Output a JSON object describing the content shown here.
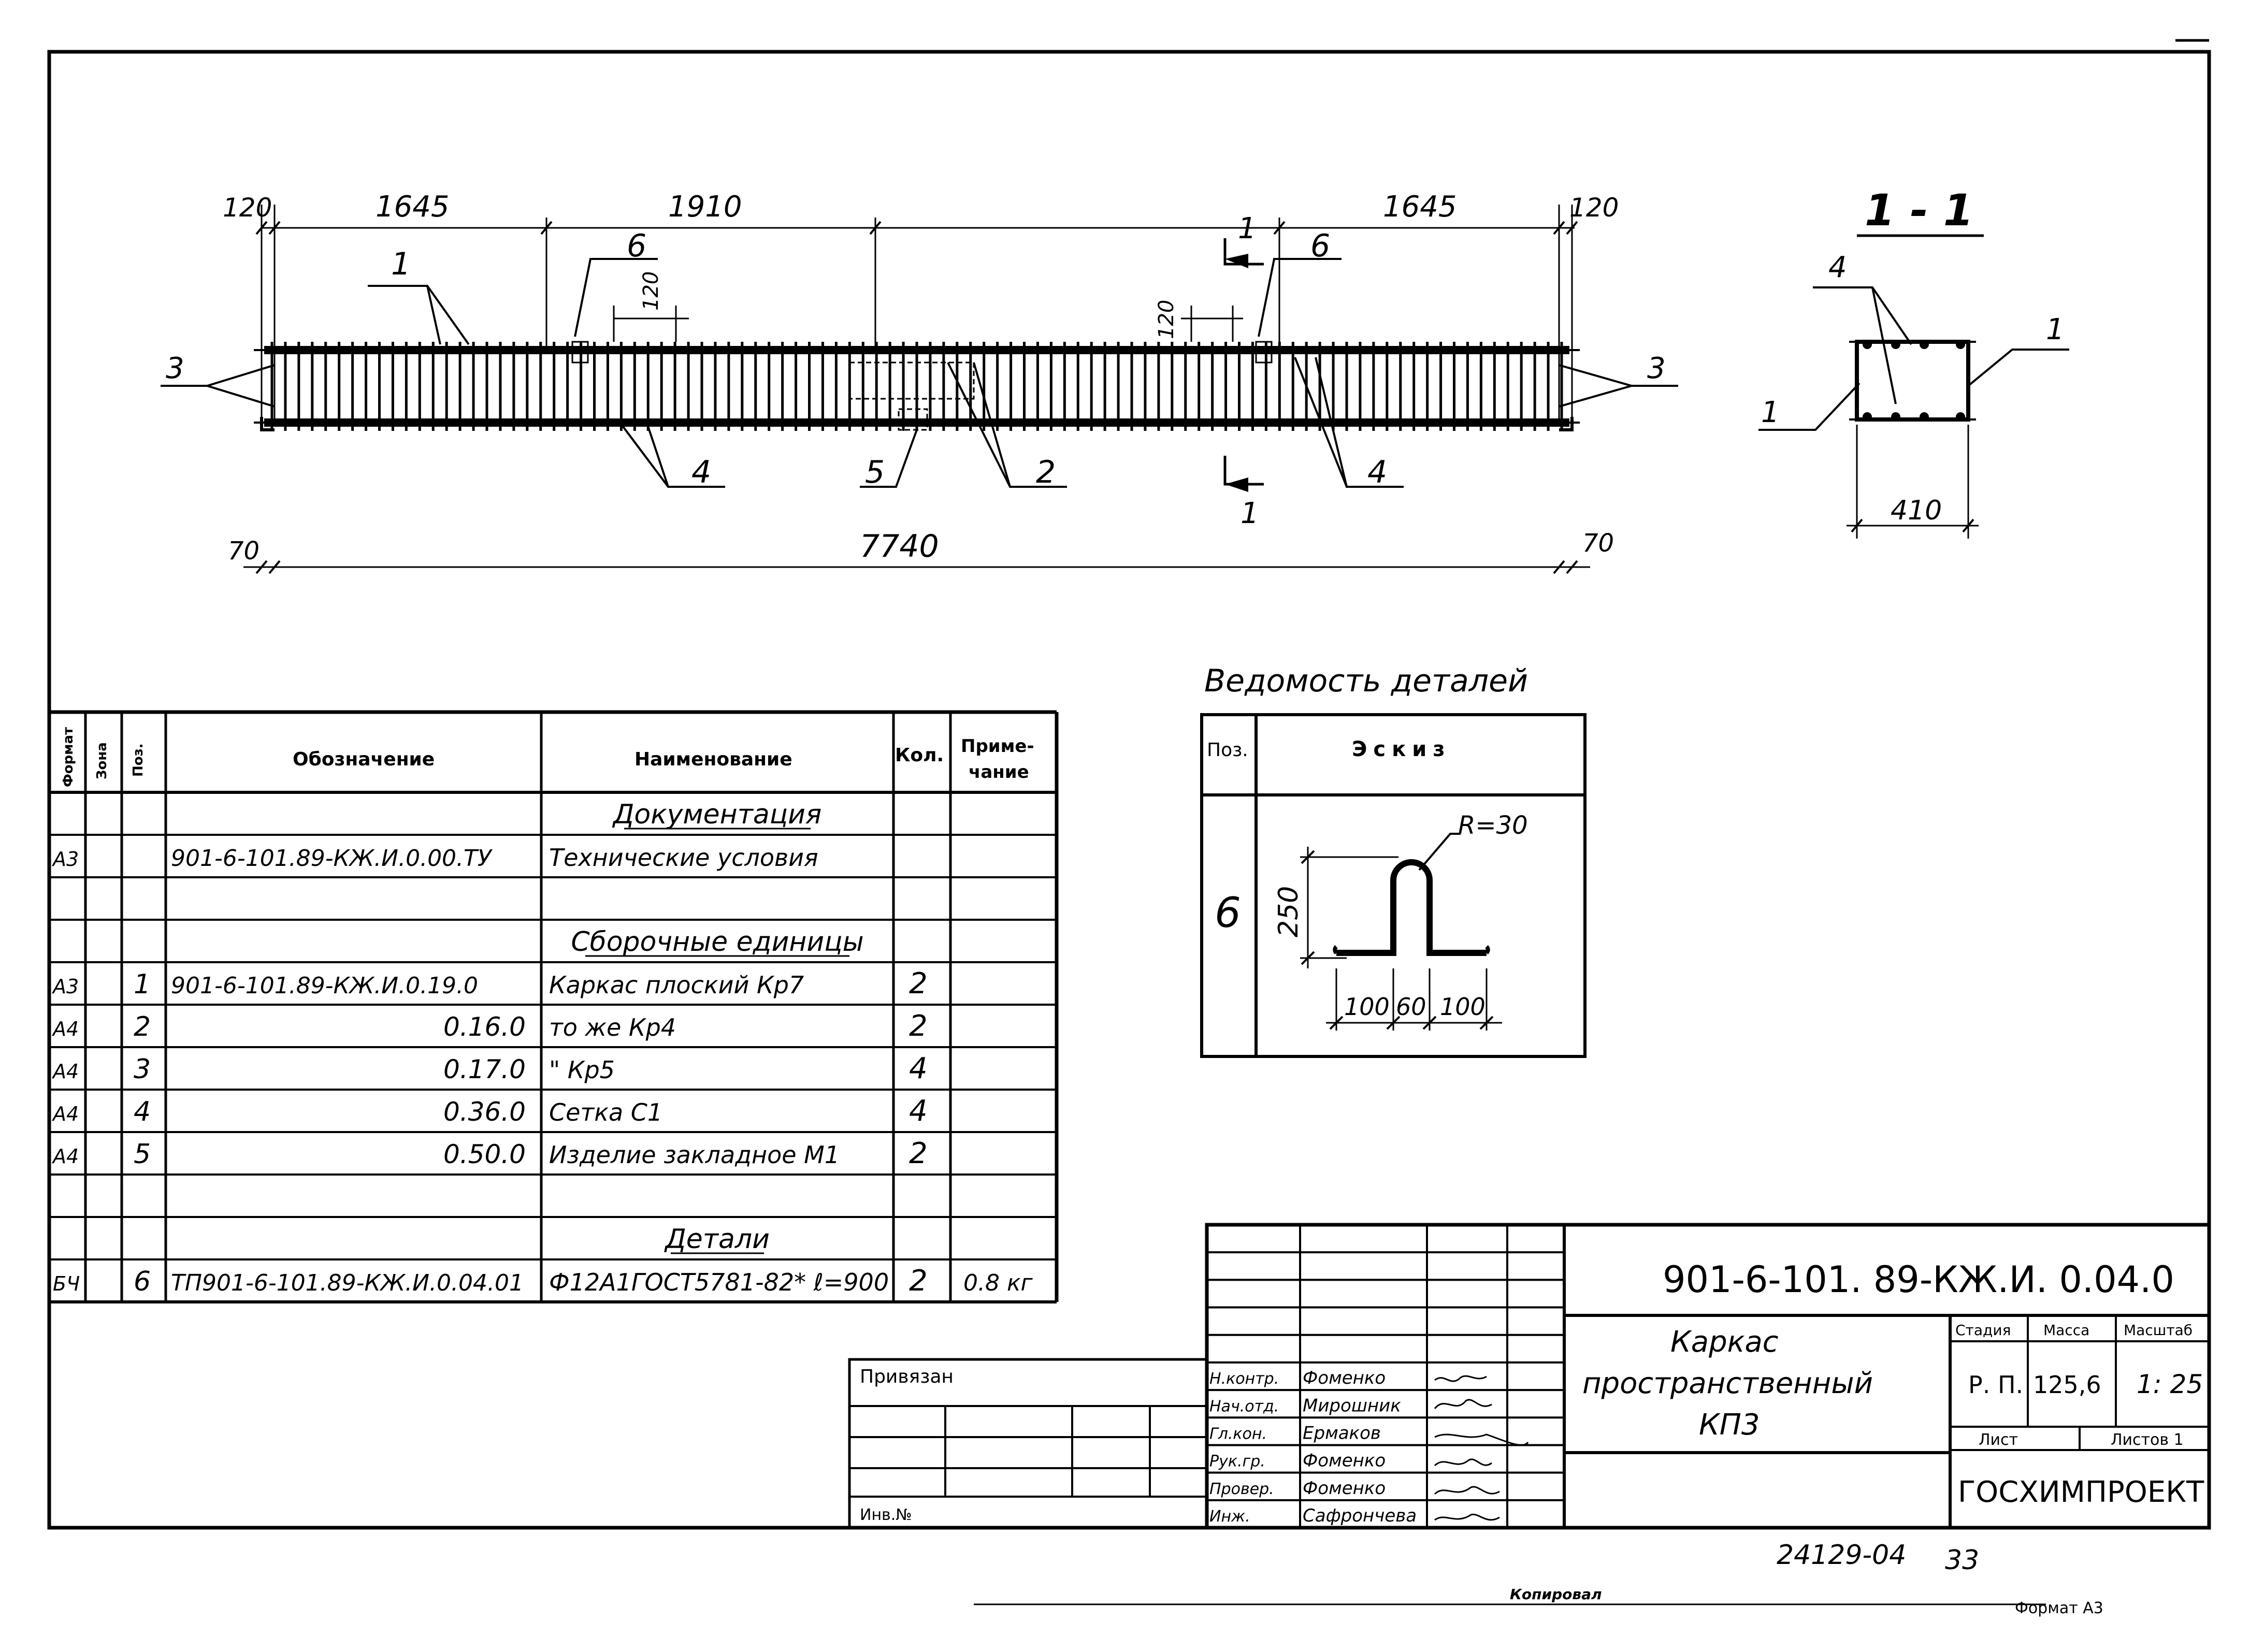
{
  "drawing": {
    "dims": {
      "end_left": "120",
      "left_span": "1645",
      "middle_span": "1910",
      "right_span": "1645",
      "end_right": "120",
      "total": "7740",
      "overhang_left": "70",
      "overhang_right": "70",
      "stirrup_step_left": "120",
      "stirrup_step_right": "120",
      "section_width": "410"
    },
    "position_labels": [
      "1",
      "6",
      "3",
      "4",
      "5",
      "2",
      "6",
      "4",
      "3",
      "1"
    ],
    "section_mark_top": "1",
    "section_mark_bottom": "1",
    "section_title": "1 - 1",
    "section_labels": [
      "4",
      "1",
      "1"
    ]
  },
  "details_sheet": {
    "title": "Ведомость деталей",
    "col_pos": "Поз.",
    "col_sketch": "Эскиз",
    "pos": "6",
    "radius": "R=30",
    "height": "250",
    "width_left": "100",
    "width_middle": "60",
    "width_right": "100"
  },
  "spec": {
    "headers": {
      "format": "Формат",
      "zone": "Зона",
      "pos": "Поз.",
      "designation": "Обозначение",
      "name": "Наименование",
      "qty": "Кол.",
      "note_line1": "Приме-",
      "note_line2": "чание"
    },
    "rows": [
      {
        "format": "",
        "pos": "",
        "designation": "",
        "name": "Документация",
        "section": true,
        "qty": "",
        "note": ""
      },
      {
        "format": "А3",
        "pos": "",
        "designation": "901-6-101.89-КЖ.И.0.00.ТУ",
        "name": "Технические условия",
        "qty": "",
        "note": ""
      },
      {
        "format": "",
        "pos": "",
        "designation": "",
        "name": "",
        "qty": "",
        "note": ""
      },
      {
        "format": "",
        "pos": "",
        "designation": "",
        "name": "Сборочные единицы",
        "section": true,
        "qty": "",
        "note": ""
      },
      {
        "format": "А3",
        "pos": "1",
        "designation": "901-6-101.89-КЖ.И.0.19.0",
        "name": "Каркас плоский  Кр7",
        "qty": "2",
        "note": ""
      },
      {
        "format": "А4",
        "pos": "2",
        "designation": "0.16.0",
        "name": "то же       Кр4",
        "qty": "2",
        "note": ""
      },
      {
        "format": "А4",
        "pos": "3",
        "designation": "0.17.0",
        "name": "\"          Кр5",
        "qty": "4",
        "note": ""
      },
      {
        "format": "А4",
        "pos": "4",
        "designation": "0.36.0",
        "name": "Сетка   С1",
        "qty": "4",
        "note": ""
      },
      {
        "format": "А4",
        "pos": "5",
        "designation": "0.50.0",
        "name": "Изделие закладное   М1",
        "qty": "2",
        "note": ""
      },
      {
        "format": "",
        "pos": "",
        "designation": "",
        "name": "",
        "qty": "",
        "note": ""
      },
      {
        "format": "",
        "pos": "",
        "designation": "",
        "name": "Детали",
        "section": true,
        "qty": "",
        "note": ""
      },
      {
        "format": "БЧ",
        "pos": "6",
        "designation": "ТП901-6-101.89-КЖ.И.0.04.01",
        "name": "Ф12А1ГОСТ5781-82* ℓ=900",
        "qty": "2",
        "note": "0.8 кг"
      }
    ]
  },
  "title_block": {
    "code": "901-6-101. 89-КЖ.И. 0.04.0",
    "object_name_1": "Каркас",
    "object_name_2": "пространственный",
    "object_name_3": "КП3",
    "stage_label": "Стадия",
    "mass_label": "Масса",
    "scale_label": "Масштаб",
    "stage": "Р. П.",
    "mass": "125,6",
    "scale": "1: 25",
    "sheet_label": "Лист",
    "sheets_label": "Листов 1",
    "organization": "ГОСХИМПРОЕКТ",
    "privyazan": "Привязан",
    "inv_no": "Инв.№",
    "roles": [
      {
        "role": "Н.контр.",
        "name": "Фоменко"
      },
      {
        "role": "Нач.отд.",
        "name": "Мирошник"
      },
      {
        "role": "Гл.кон.",
        "name": "Ермаков"
      },
      {
        "role": "Рук.гр.",
        "name": "Фоменко"
      },
      {
        "role": "Провер.",
        "name": "Фоменко"
      },
      {
        "role": "Инж.",
        "name": "Сафрончева"
      }
    ]
  },
  "footer": {
    "archive_no": "24129-04",
    "page_no": "33",
    "copied": "Копировал",
    "format": "Формат А3"
  }
}
